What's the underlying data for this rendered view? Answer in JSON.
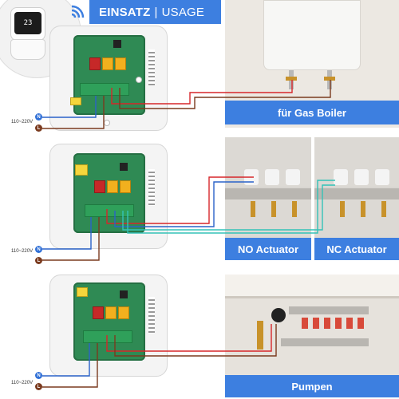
{
  "header": {
    "title_bold": "EINSATZ",
    "separator": "|",
    "title_light": "USAGE"
  },
  "thermostat_display": "23",
  "voltage_label": "110~220V",
  "terminal_n": "N",
  "terminal_l": "L",
  "captions": {
    "gas_boiler": "für Gas Boiler",
    "no_actuator": "NO Actuator",
    "nc_actuator": "NC Actuator",
    "pumps": "Pumpen"
  },
  "colors": {
    "accent": "#3d7fe0",
    "wire_red": "#d7262a",
    "wire_blue": "#2a62c9",
    "wire_teal": "#33c2b7",
    "wire_brown": "#7a3a1e"
  }
}
